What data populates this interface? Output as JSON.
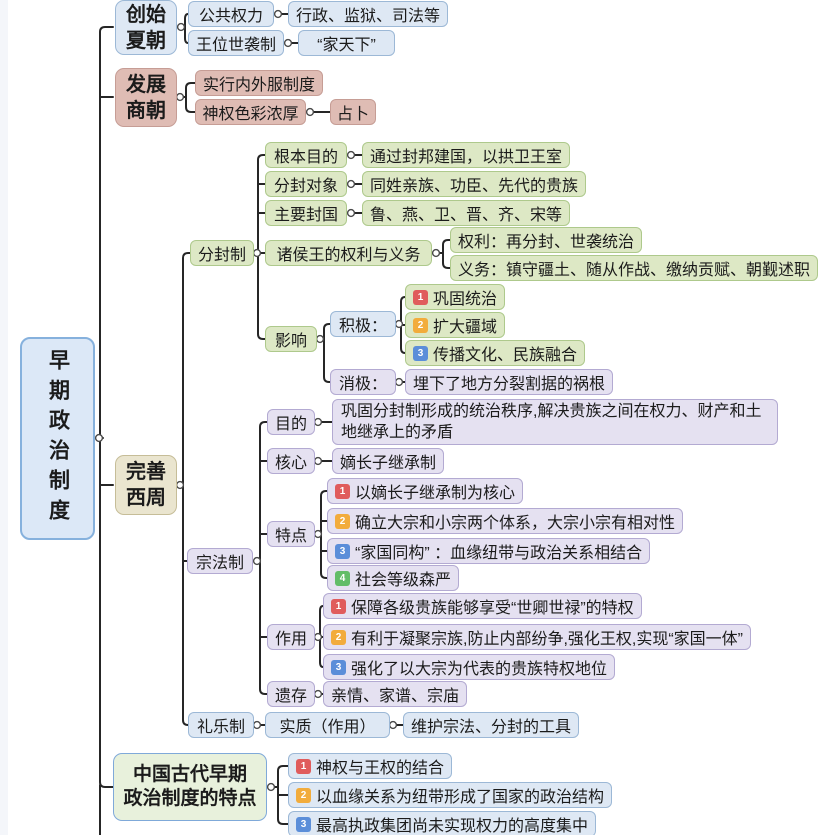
{
  "palette": {
    "line": "#262626",
    "xia_blue_fill": "#dee8f4",
    "xia_blue_border": "#9cb8d6",
    "shang_pink_fill": "#dfbcb4",
    "shang_pink_border": "#c69d95",
    "fengjian_green_fill": "#dde8c5",
    "fengjian_green_border": "#aec98c",
    "zongfa_purple_fill": "#e5e1f1",
    "zongfa_purple_border": "#b3aad2",
    "zhou_cream_fill": "#eae5cf",
    "zhou_cream_border": "#c6bd98",
    "tedian_green_fill": "#e8f1dc",
    "tedian_green_border": "#7fa9d9",
    "root_fill": "#dce8f7",
    "root_border": "#86b1dd",
    "badge_red": "#e05c5c",
    "badge_amber": "#f2ac3c",
    "badge_blue": "#5b8ed9",
    "badge_green": "#62bd68"
  },
  "badges": {
    "n1": "1",
    "n2": "2",
    "n3": "3",
    "n4": "4"
  },
  "nodes": {
    "root": "早期政治制度",
    "xia": {
      "label": "创始\n夏朝",
      "public_power": "公共权力",
      "public_power_val": "行政、监狱、司法等",
      "hereditary": "王位世袭制",
      "hereditary_val": "“家天下”"
    },
    "shang": {
      "label": "发展\n商朝",
      "neiwaifu": "实行内外服制度",
      "theocracy": "神权色彩浓厚",
      "divination": "占卜"
    },
    "zhou": {
      "label": "完善\n西周"
    },
    "fengjian": {
      "label": "分封制",
      "purpose": "根本目的",
      "purpose_val": "通过封邦建国，以拱卫王室",
      "targets": "分封对象",
      "targets_val": "同姓亲族、功臣、先代的贵族",
      "states": "主要封国",
      "states_val": "鲁、燕、卫、晋、齐、宋等",
      "rights": "诸侯王的权利与义务",
      "rights_val": "权利：再分封、世袭统治",
      "duties_val": "义务：镇守疆土、随从作战、缴纳贡赋、朝觐述职",
      "impact": "影响",
      "positive": "积极：",
      "pos1": "巩固统治",
      "pos2": "扩大疆域",
      "pos3": "传播文化、民族融合",
      "negative": "消极：",
      "neg1": "埋下了地方分裂割据的祸根"
    },
    "zongfa": {
      "label": "宗法制",
      "purpose": "目的",
      "purpose_val": "巩固分封制形成的统治秩序,解决贵族之间在权力、财产和土地继承上的矛盾",
      "core": "核心",
      "core_val": "嫡长子继承制",
      "features": "特点",
      "feat1": "以嫡长子继承制为核心",
      "feat2": "确立大宗和小宗两个体系，大宗小宗有相对性",
      "feat3": "“家国同构” ：血缘纽带与政治关系相结合",
      "feat4": "社会等级森严",
      "function": "作用",
      "func1": "保障各级贵族能够享受“世卿世禄”的特权",
      "func2": "有利于凝聚宗族,防止内部纷争,强化王权,实现“家国一体”",
      "func3": "强化了以大宗为代表的贵族特权地位",
      "legacy": "遗存",
      "legacy_val": "亲情、家谱、宗庙"
    },
    "liyue": {
      "label": "礼乐制",
      "essence": "实质（作用）",
      "essence_val": "维护宗法、分封的工具"
    },
    "tedian": {
      "label": "中国古代早期\n政治制度的特点",
      "item1": "神权与王权的结合",
      "item2": "以血缘关系为纽带形成了国家的政治结构",
      "item3": "最高执政集团尚未实现权力的高度集中"
    }
  }
}
